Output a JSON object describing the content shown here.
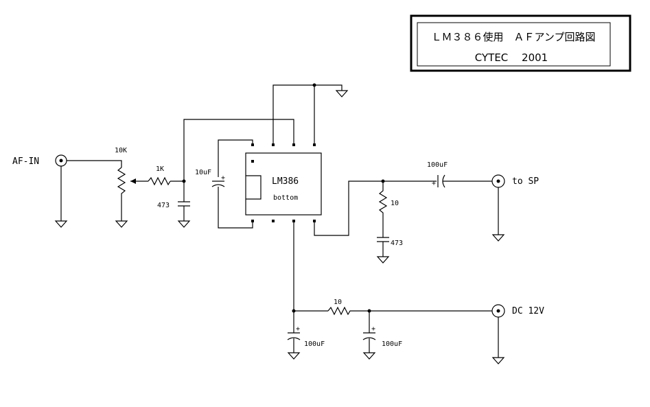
{
  "title_block": {
    "title": "ＬＭ３８６使用　ＡＦアンプ回路図",
    "subtitle": "CYTEC　 2001"
  },
  "ports": {
    "af_in": "AF-IN",
    "to_sp": "to SP",
    "dc": "DC 12V"
  },
  "ic": {
    "name": "LM386",
    "view": "bottom"
  },
  "components": {
    "pot": "10K",
    "r_in": "1K",
    "c_in": "473",
    "c_bypass": "10uF",
    "r_zobel": "10",
    "c_zobel": "473",
    "c_out": "100uF",
    "r_supply": "10",
    "c_supply1": "100uF",
    "c_supply2": "100uF"
  }
}
